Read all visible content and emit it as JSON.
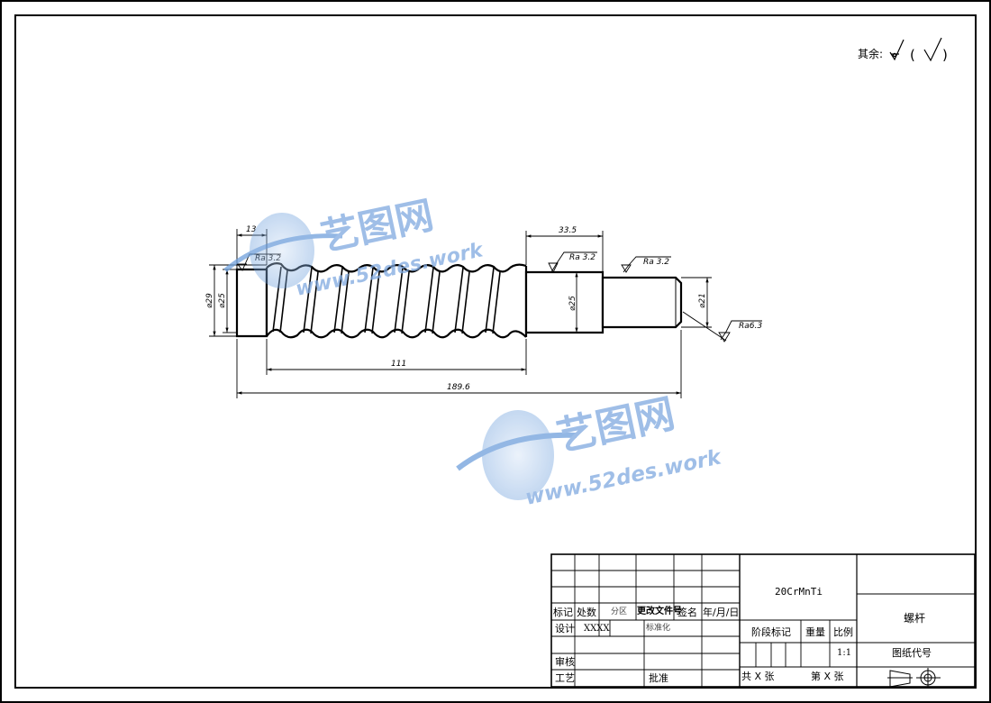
{
  "drawing": {
    "surface_note": "其余:",
    "part": {
      "dimensions": {
        "left_shoulder_len": "13",
        "right_section_len": "33.5",
        "worm_len": "111",
        "overall_len": "189.6",
        "dia_outer": "⌀29",
        "dia_inner": "⌀25",
        "dia_mid": "⌀25",
        "dia_end": "⌀21"
      },
      "roughness": {
        "left": "Ra 3.2",
        "mid": "Ra 3.2",
        "right": "Ra 3.2",
        "end": "Ra6.3"
      }
    },
    "watermark": {
      "brand": "艺图网",
      "url": "www.52des.work"
    }
  },
  "title_block": {
    "material": "20CrMnTi",
    "part_name": "螺杆",
    "drawing_no_label": "图纸代号",
    "header_row": [
      "标记",
      "处数",
      "分区",
      "更改文件号",
      "签名",
      "年/月/日"
    ],
    "design_label": "设计",
    "designer": "XXXX",
    "standardize_label": "标准化",
    "review_label": "审核",
    "process_label": "工艺",
    "approve_label": "批准",
    "stage_label": "阶段标记",
    "weight_label": "重量",
    "scale_label": "比例",
    "scale_value": "1:1",
    "total_label": "共 X 张",
    "sheet_label": "第 X 张"
  }
}
